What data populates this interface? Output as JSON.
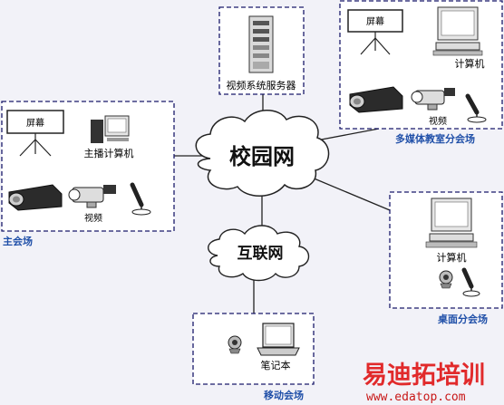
{
  "clouds": {
    "campus_label": "校园网",
    "internet_label": "互联网"
  },
  "nodes": {
    "server": {
      "caption": "视频系统服务器"
    },
    "main_venue": {
      "screen": "屏幕",
      "computer": "主播计算机",
      "video": "视频",
      "title": "主会场"
    },
    "multimedia_room": {
      "screen": "屏幕",
      "computer": "计算机",
      "video": "视频",
      "title": "多媒体教室分会场"
    },
    "desktop_venue": {
      "computer": "计算机",
      "title": "桌面分会场"
    },
    "mobile_venue": {
      "laptop": "笔记本",
      "title": "移动会场"
    }
  },
  "watermark": {
    "brand": "易迪拓培训",
    "url": "www.edatop.com"
  },
  "colors": {
    "title_blue": "#1f4fa8",
    "box_border": "#1a1a6a",
    "watermark_red": "#e01a1a"
  }
}
